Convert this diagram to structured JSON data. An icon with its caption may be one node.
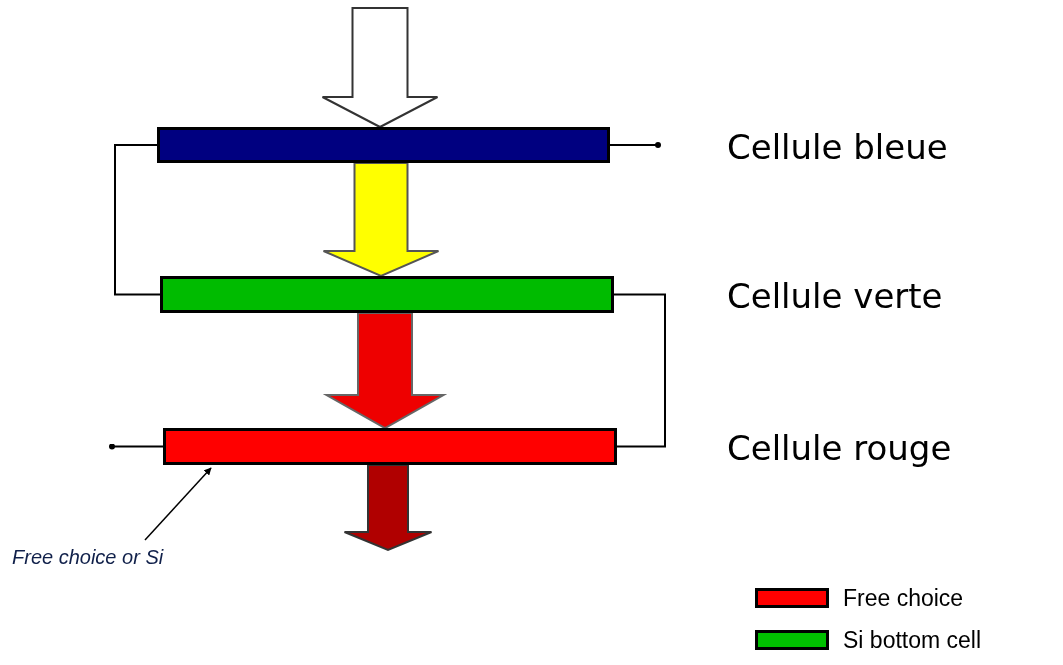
{
  "diagram": {
    "nodes": [
      {
        "text": [],
        "shape": "bar",
        "beside": [
          "Cellule bleue"
        ]
      },
      {
        "text": [],
        "shape": "bar",
        "beside": [
          "Cellule verte"
        ]
      },
      {
        "text": [],
        "shape": "bar",
        "beside": [
          "Cellule rouge"
        ]
      },
      {
        "text": [
          "Free choice or Si"
        ]
      }
    ],
    "edges": [
      {
        "from": null,
        "to": 0,
        "arrow": "to",
        "style": "thick",
        "color": "#ffffff"
      },
      {
        "from": 0,
        "to": 1,
        "arrow": "to",
        "style": "thick",
        "color": "#ffff00"
      },
      {
        "from": 1,
        "to": 2,
        "arrow": "to",
        "style": "thick",
        "color": "#ee0000"
      },
      {
        "from": 2,
        "to": null,
        "arrow": "to",
        "style": "thick",
        "color": "#b00000"
      },
      {
        "from": 0,
        "to": 1,
        "arrow": "none"
      },
      {
        "from": 1,
        "to": 2,
        "arrow": "none"
      },
      {
        "from": 0,
        "to": null,
        "arrow": "other"
      },
      {
        "from": 2,
        "to": null,
        "arrow": "other"
      },
      {
        "from": 3,
        "to": 2,
        "arrow": "to"
      }
    ],
    "legend": [
      {
        "text": "Free choice",
        "color": "#ff0000"
      },
      {
        "text": "Si bottom cell",
        "color": "#00c000"
      }
    ]
  }
}
